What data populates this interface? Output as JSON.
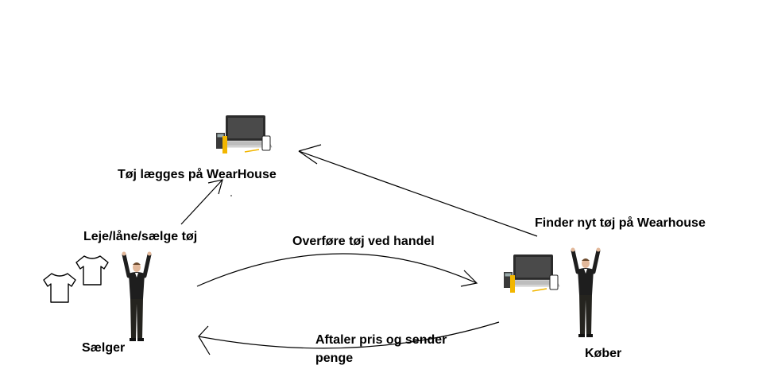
{
  "labels": {
    "platform": "Tøj lægges på WearHouse",
    "rent": "Leje/låne/sælge tøj",
    "transfer": "Overføre tøj ved handel",
    "find": "Finder nyt tøj på Wearhouse",
    "agree_line1": "Aftaler pris og sender",
    "agree_line2": "penge",
    "seller": "Sælger",
    "buyer": "Køber"
  },
  "icons": {
    "laptop": "laptop-workspace-icon",
    "person": "person-arms-raised-icon",
    "shirt": "t-shirt-outline-icon"
  }
}
